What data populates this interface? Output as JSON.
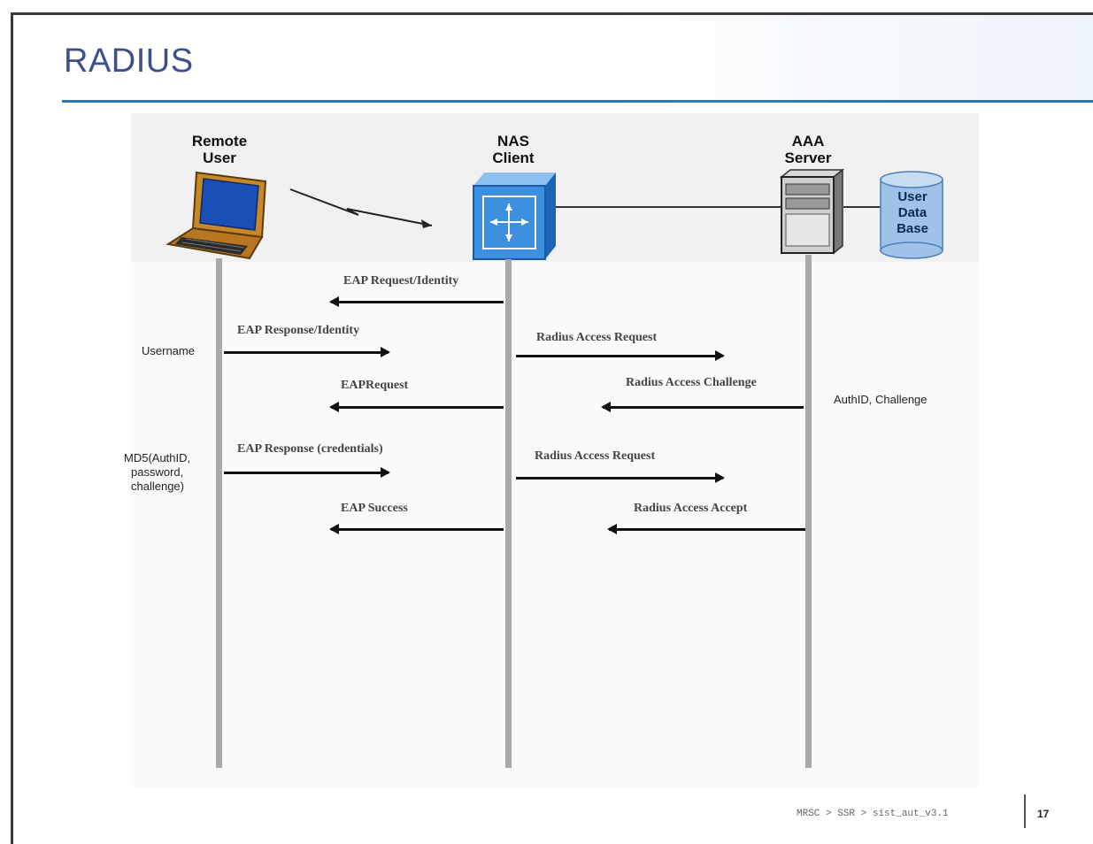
{
  "slide": {
    "title": "RADIUS",
    "footer_path": "MRSC > SSR > sist_aut_v3.1",
    "page_number": "17"
  },
  "actors": {
    "remote_user": {
      "line1": "Remote",
      "line2": "User",
      "icon": "laptop-icon"
    },
    "nas_client": {
      "line1": "NAS",
      "line2": "Client",
      "icon": "router-icon"
    },
    "aaa_server": {
      "line1": "AAA",
      "line2": "Server",
      "icon": "server-icon"
    },
    "user_database": {
      "line1": "User",
      "line2": "Data",
      "line3": "Base",
      "icon": "database-icon"
    }
  },
  "messages": [
    {
      "label": "EAP  Request/Identity",
      "from": "nas_client",
      "to": "remote_user"
    },
    {
      "label": "EAP  Response/Identity",
      "from": "remote_user",
      "to": "nas_client"
    },
    {
      "label": "Radius Access Request",
      "from": "nas_client",
      "to": "aaa_server"
    },
    {
      "label": "EAPRequest",
      "from": "nas_client",
      "to": "remote_user"
    },
    {
      "label": "Radius Access Challenge",
      "from": "aaa_server",
      "to": "nas_client"
    },
    {
      "label": "EAP  Response (credentials)",
      "from": "remote_user",
      "to": "nas_client"
    },
    {
      "label": "Radius Access Request",
      "from": "nas_client",
      "to": "aaa_server"
    },
    {
      "label": "EAP  Success",
      "from": "nas_client",
      "to": "remote_user"
    },
    {
      "label": "Radius Access Accept",
      "from": "aaa_server",
      "to": "nas_client"
    }
  ],
  "notes": {
    "username": "Username",
    "md5_line1": "MD5(AuthID,",
    "md5_line2": "password,",
    "md5_line3": "challenge)",
    "authid_challenge": "AuthID, Challenge"
  },
  "colors": {
    "title": "#3d4f8c",
    "title_rule": "#2b79b8",
    "router_blue": "#3d8fe0",
    "database_blue": "#9fc3e8"
  }
}
